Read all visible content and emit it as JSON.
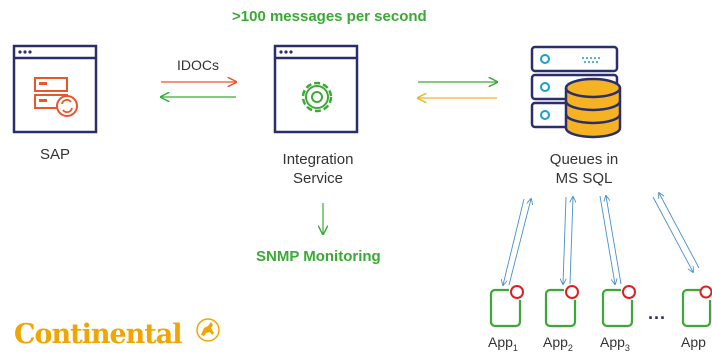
{
  "title": ">100 messages per second",
  "nodes": {
    "sap": {
      "label": "SAP"
    },
    "integration": {
      "label_line1": "Integration",
      "label_line2": "Service"
    },
    "queues": {
      "label_line1": "Queues in",
      "label_line2": "MS SQL"
    }
  },
  "edges": {
    "sap_to_integration": {
      "label": "IDOCs"
    }
  },
  "monitoring": {
    "label": "SNMP Monitoring"
  },
  "apps": [
    {
      "name": "App",
      "sub": "1"
    },
    {
      "name": "App",
      "sub": "2"
    },
    {
      "name": "App",
      "sub": "3"
    },
    {
      "name": "App",
      "sub": ""
    }
  ],
  "ellipsis": "...",
  "logo": {
    "text": "Continental"
  },
  "colors": {
    "orange": "#e8562a",
    "navy": "#2a2f6b",
    "green": "#3aaa35",
    "yellow": "#f5b324",
    "blue_arrow": "#4a90c8",
    "red_dot": "#e02020",
    "logo": "#f0a500"
  }
}
